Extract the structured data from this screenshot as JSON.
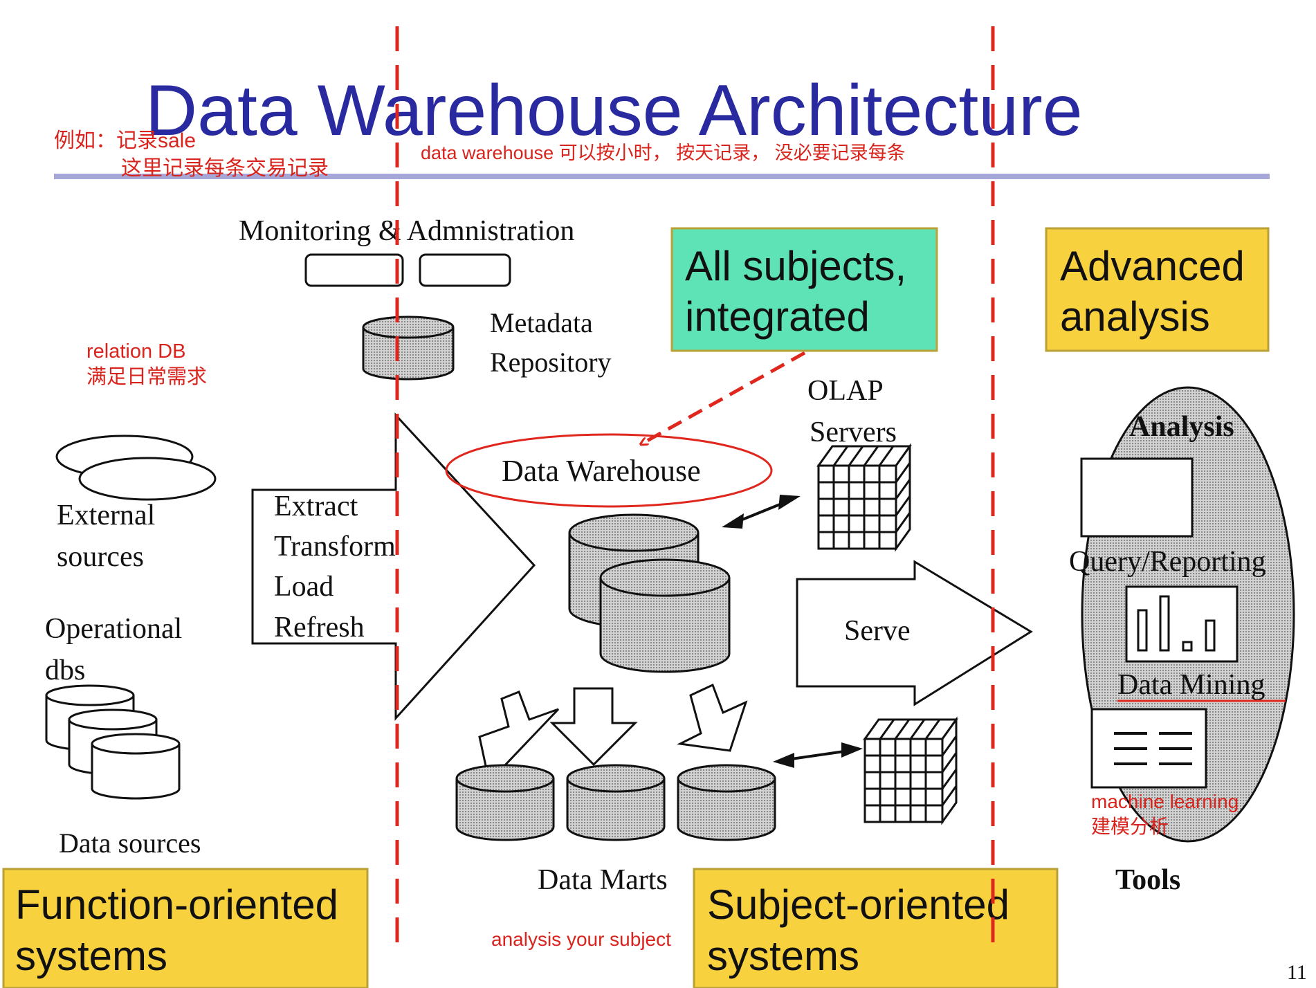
{
  "title": "Data Warehouse Architecture",
  "notes": {
    "example_line1": "例如：记录sale",
    "example_line2": "这里记录每条交易记录",
    "dw_hourly": "data warehouse 可以按小时， 按天记录，  没必要记录每条",
    "relation_db_line1": "relation DB",
    "relation_db_line2": "满足日常需求",
    "ml_line1": "machine learning",
    "ml_line2": "建模分析",
    "analysis_subject": "analysis your subject"
  },
  "diagram": {
    "monitoring": "Monitoring  &  Admnistration",
    "metadata_line1": "Metadata",
    "metadata_line2": "Repository",
    "external_line1": "External",
    "external_line2": "sources",
    "operational_line1": "Operational",
    "operational_line2": "dbs",
    "data_sources": "Data sources",
    "etl": [
      "Extract",
      "Transform",
      "Load",
      "Refresh"
    ],
    "data_warehouse": "Data Warehouse",
    "olap_line1": "OLAP",
    "olap_line2": "Servers",
    "serve": "Serve",
    "data_marts": "Data Marts",
    "analysis": "Analysis",
    "query_reporting": "Query/Reporting",
    "data_mining": "Data Mining",
    "tools": "Tools"
  },
  "callouts": {
    "all_subjects_line1": "All subjects,",
    "all_subjects_line2": "integrated",
    "advanced_line1": "Advanced",
    "advanced_line2": "analysis",
    "function_line1": "Function-oriented",
    "function_line2": "systems",
    "subject_line1": "Subject-oriented",
    "subject_line2": "systems"
  },
  "page_number": "11",
  "colors": {
    "title": "#2a2aa0",
    "rule": "#a6a6d8",
    "red": "#e0271e",
    "green_box": "#5de3b6",
    "yellow_box": "#f8d13e"
  }
}
